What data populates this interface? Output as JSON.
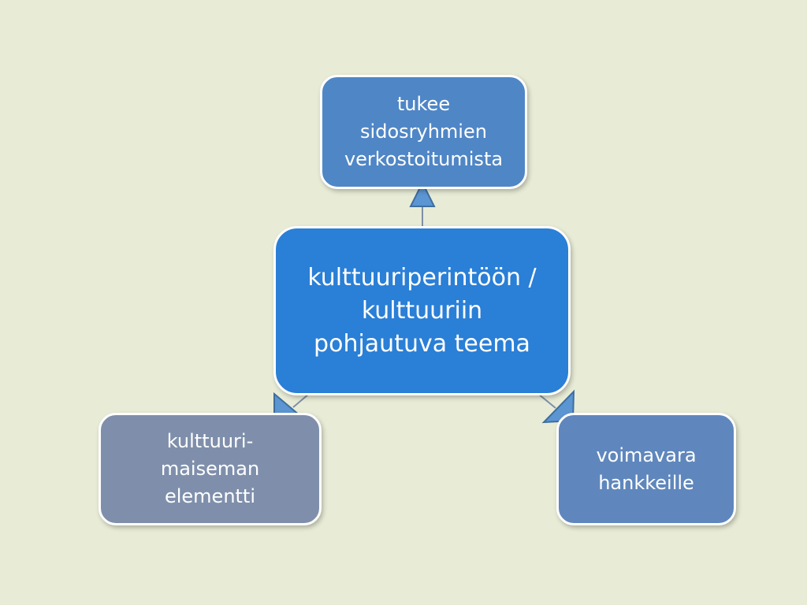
{
  "diagram": {
    "nodes": [
      {
        "id": "center",
        "label": "kulttuuriperintöön /\nkulttuuriin\npohjautuva teema",
        "color": "#2a7fd6"
      },
      {
        "id": "top",
        "label": "tukee\nsidosryhmien\nverkostoitumista",
        "color": "#4f86c6"
      },
      {
        "id": "left",
        "label": "kulttuuri-\nmaiseman\nelementti",
        "color": "#7f8fab"
      },
      {
        "id": "right",
        "label": "voimavara\nhankkeille",
        "color": "#5f87bd"
      }
    ],
    "edges": [
      {
        "from": "center",
        "to": "top"
      },
      {
        "from": "center",
        "to": "left"
      },
      {
        "from": "center",
        "to": "right"
      }
    ],
    "colors": {
      "background": "#e8ecd6",
      "connector": "#7f8fa8",
      "arrow_fill": "#5b95d2",
      "arrow_stroke": "#3f6e9e"
    }
  }
}
